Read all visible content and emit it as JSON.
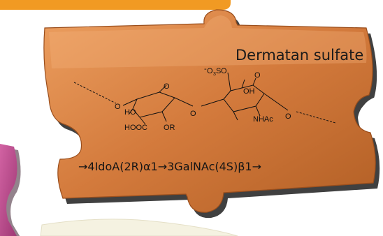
{
  "title": "Dermatan sulfate",
  "sequence": "→4IdoA(2R)α1→3GalNAc(4S)β1→",
  "atoms": {
    "o_link_left": "O",
    "o_link_mid": "O",
    "o_link_right": "O",
    "ring_o_1": "O",
    "ring_o_2": "O",
    "ho": "HO",
    "hooc": "HOOC",
    "or": "OR",
    "oh": "OH",
    "nhac": "NHAc",
    "sulfate_charge": "-",
    "sulfate_o": "O",
    "sulfate_o_sub": "3",
    "sulfate_s": "S",
    "sulfate_o_end": "O"
  },
  "colors": {
    "piece_fill": "#d37a3c",
    "piece_light": "#ea9d5d",
    "piece_dark": "#a4531f",
    "banner": "#f19a23",
    "magenta_piece": "#c24f92",
    "cream_piece": "#f5f2e1"
  }
}
